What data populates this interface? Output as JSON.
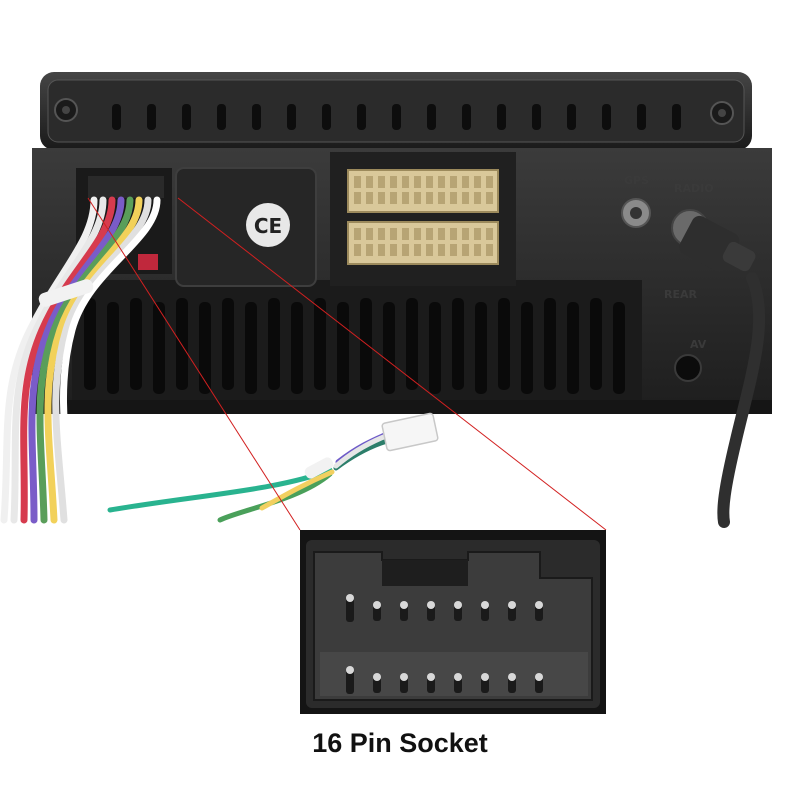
{
  "caption": "16 Pin Socket",
  "port_labels": {
    "gps": "GPS",
    "radio": "RADIO",
    "small_mark_1": "REAR",
    "small_mark_2": "AV"
  },
  "certification_mark": "CE",
  "socket": {
    "pin_count": 16,
    "rows": 2,
    "pins_per_row": 8
  },
  "colors": {
    "housing": "#2a2a2a",
    "connector_beige": "#d9c89a",
    "socket_gray": "#3a3a3a",
    "callout_line": "#d22020"
  },
  "icons": [
    "gps-antenna-port-icon",
    "radio-antenna-port-icon",
    "ce-mark-icon",
    "wiring-harness-icon"
  ]
}
